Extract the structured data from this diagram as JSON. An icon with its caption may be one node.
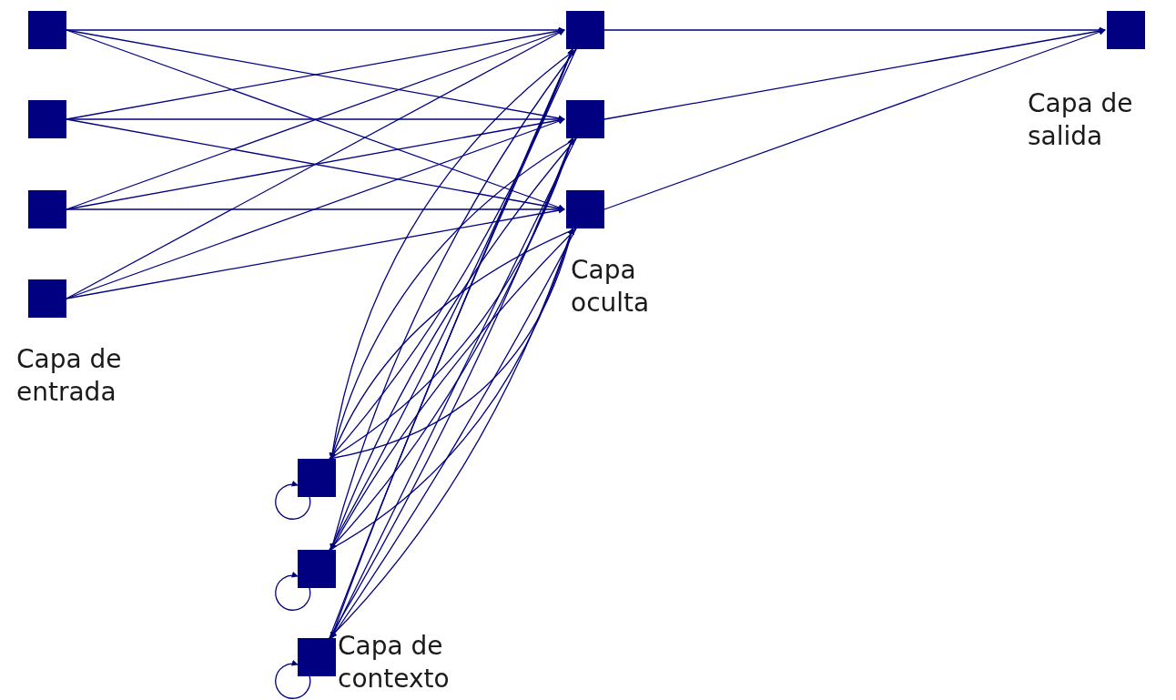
{
  "diagram": {
    "nodes": [
      {
        "text": [],
        "shape": "box"
      },
      {
        "text": [],
        "shape": "box"
      },
      {
        "text": [],
        "shape": "box"
      },
      {
        "text": [],
        "shape": "box",
        "beside": [
          "Capa de entrada"
        ]
      },
      {
        "text": [],
        "shape": "box"
      },
      {
        "text": [],
        "shape": "box"
      },
      {
        "text": [],
        "shape": "box",
        "beside": [
          "Capa oculta"
        ]
      },
      {
        "text": [],
        "shape": "box",
        "beside": [
          "Capa de salida"
        ]
      },
      {
        "text": [],
        "shape": "box"
      },
      {
        "text": [],
        "shape": "box"
      },
      {
        "text": [],
        "shape": "box",
        "beside": [
          "Capa de contexto"
        ]
      }
    ],
    "edges": [
      {
        "from": 0,
        "to": 4,
        "arrow": "to"
      },
      {
        "from": 0,
        "to": 5,
        "arrow": "to"
      },
      {
        "from": 0,
        "to": 6,
        "arrow": "to"
      },
      {
        "from": 1,
        "to": 4,
        "arrow": "to"
      },
      {
        "from": 1,
        "to": 5,
        "arrow": "to"
      },
      {
        "from": 1,
        "to": 6,
        "arrow": "to"
      },
      {
        "from": 2,
        "to": 4,
        "arrow": "to"
      },
      {
        "from": 2,
        "to": 5,
        "arrow": "to"
      },
      {
        "from": 2,
        "to": 6,
        "arrow": "to"
      },
      {
        "from": 3,
        "to": 4,
        "arrow": "to"
      },
      {
        "from": 3,
        "to": 5,
        "arrow": "to"
      },
      {
        "from": 3,
        "to": 6,
        "arrow": "to"
      },
      {
        "from": 4,
        "to": 7,
        "arrow": "to"
      },
      {
        "from": 5,
        "to": 7,
        "arrow": "to"
      },
      {
        "from": 6,
        "to": 7,
        "arrow": "to"
      },
      {
        "from": 8,
        "to": 4,
        "arrow": "to"
      },
      {
        "from": 8,
        "to": 5,
        "arrow": "to"
      },
      {
        "from": 8,
        "to": 6,
        "arrow": "to"
      },
      {
        "from": 9,
        "to": 4,
        "arrow": "to"
      },
      {
        "from": 9,
        "to": 5,
        "arrow": "to"
      },
      {
        "from": 9,
        "to": 6,
        "arrow": "to"
      },
      {
        "from": 10,
        "to": 4,
        "arrow": "to"
      },
      {
        "from": 10,
        "to": 5,
        "arrow": "to"
      },
      {
        "from": 10,
        "to": 6,
        "arrow": "to"
      },
      {
        "from": 4,
        "to": 8,
        "arrow": "to"
      },
      {
        "from": 5,
        "to": 8,
        "arrow": "to"
      },
      {
        "from": 6,
        "to": 8,
        "arrow": "to"
      },
      {
        "from": 4,
        "to": 9,
        "arrow": "to"
      },
      {
        "from": 5,
        "to": 9,
        "arrow": "to"
      },
      {
        "from": 6,
        "to": 9,
        "arrow": "to"
      },
      {
        "from": 4,
        "to": 10,
        "arrow": "to"
      },
      {
        "from": 5,
        "to": 10,
        "arrow": "to"
      },
      {
        "from": 6,
        "to": 10,
        "arrow": "to"
      },
      {
        "from": 8,
        "to": 8,
        "arrow": "to"
      },
      {
        "from": 9,
        "to": 9,
        "arrow": "to"
      },
      {
        "from": 10,
        "to": 10,
        "arrow": "to"
      }
    ]
  }
}
